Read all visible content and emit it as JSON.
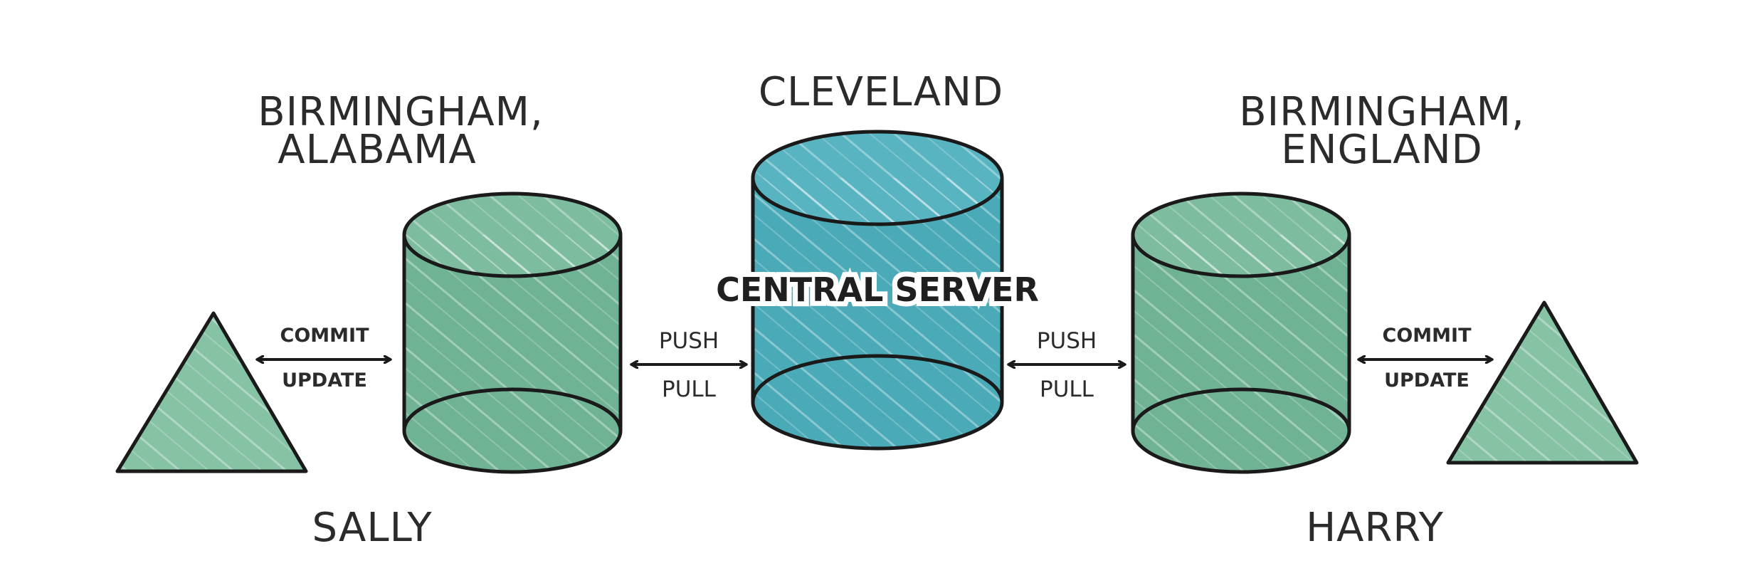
{
  "left_repo": {
    "location_line1": "BIRMINGHAM,",
    "location_line2": "ALABAMA",
    "user": "SALLY",
    "color": "#6fb394"
  },
  "server": {
    "location": "CLEVELAND",
    "label": "CENTRAL SERVER",
    "color": "#4aaab8"
  },
  "right_repo": {
    "location_line1": "BIRMINGHAM,",
    "location_line2": "ENGLAND",
    "user": "HARRY",
    "color": "#6fb394"
  },
  "left_user_arrow": {
    "top": "COMMIT",
    "bottom": "UPDATE"
  },
  "left_server_arrow": {
    "top": "PUSH",
    "bottom": "PULL"
  },
  "right_server_arrow": {
    "top": "PUSH",
    "bottom": "PULL"
  },
  "right_user_arrow": {
    "top": "COMMIT",
    "bottom": "UPDATE"
  },
  "triangle_color": "#86c2a4"
}
